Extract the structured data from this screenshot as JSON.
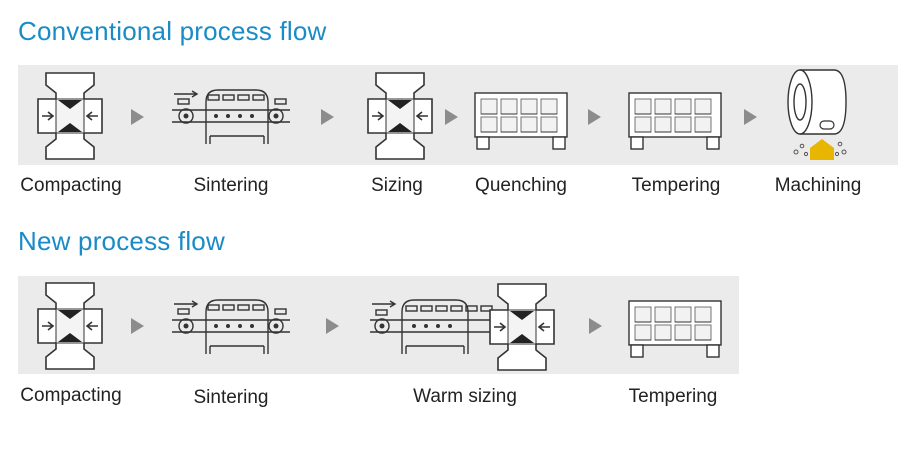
{
  "conventional": {
    "title": "Conventional process flow",
    "steps": [
      {
        "label": "Compacting",
        "icon": "compacting-press-icon"
      },
      {
        "label": "Sintering",
        "icon": "sintering-furnace-icon"
      },
      {
        "label": "Sizing",
        "icon": "sizing-press-icon"
      },
      {
        "label": "Quenching",
        "icon": "quenching-furnace-icon"
      },
      {
        "label": "Tempering",
        "icon": "tempering-furnace-icon"
      },
      {
        "label": "Machining",
        "icon": "machining-icon"
      }
    ]
  },
  "new": {
    "title": "New process flow",
    "steps": [
      {
        "label": "Compacting",
        "icon": "compacting-press-icon"
      },
      {
        "label": "Sintering",
        "icon": "sintering-furnace-icon"
      },
      {
        "label": "Warm sizing",
        "icon": "warm-sizing-icon"
      },
      {
        "label": "Tempering",
        "icon": "tempering-furnace-icon"
      }
    ]
  },
  "colors": {
    "title": "#1a8bc6",
    "band": "#ebebeb",
    "arrow": "#8c8c8c",
    "tool": "#e8b600"
  }
}
